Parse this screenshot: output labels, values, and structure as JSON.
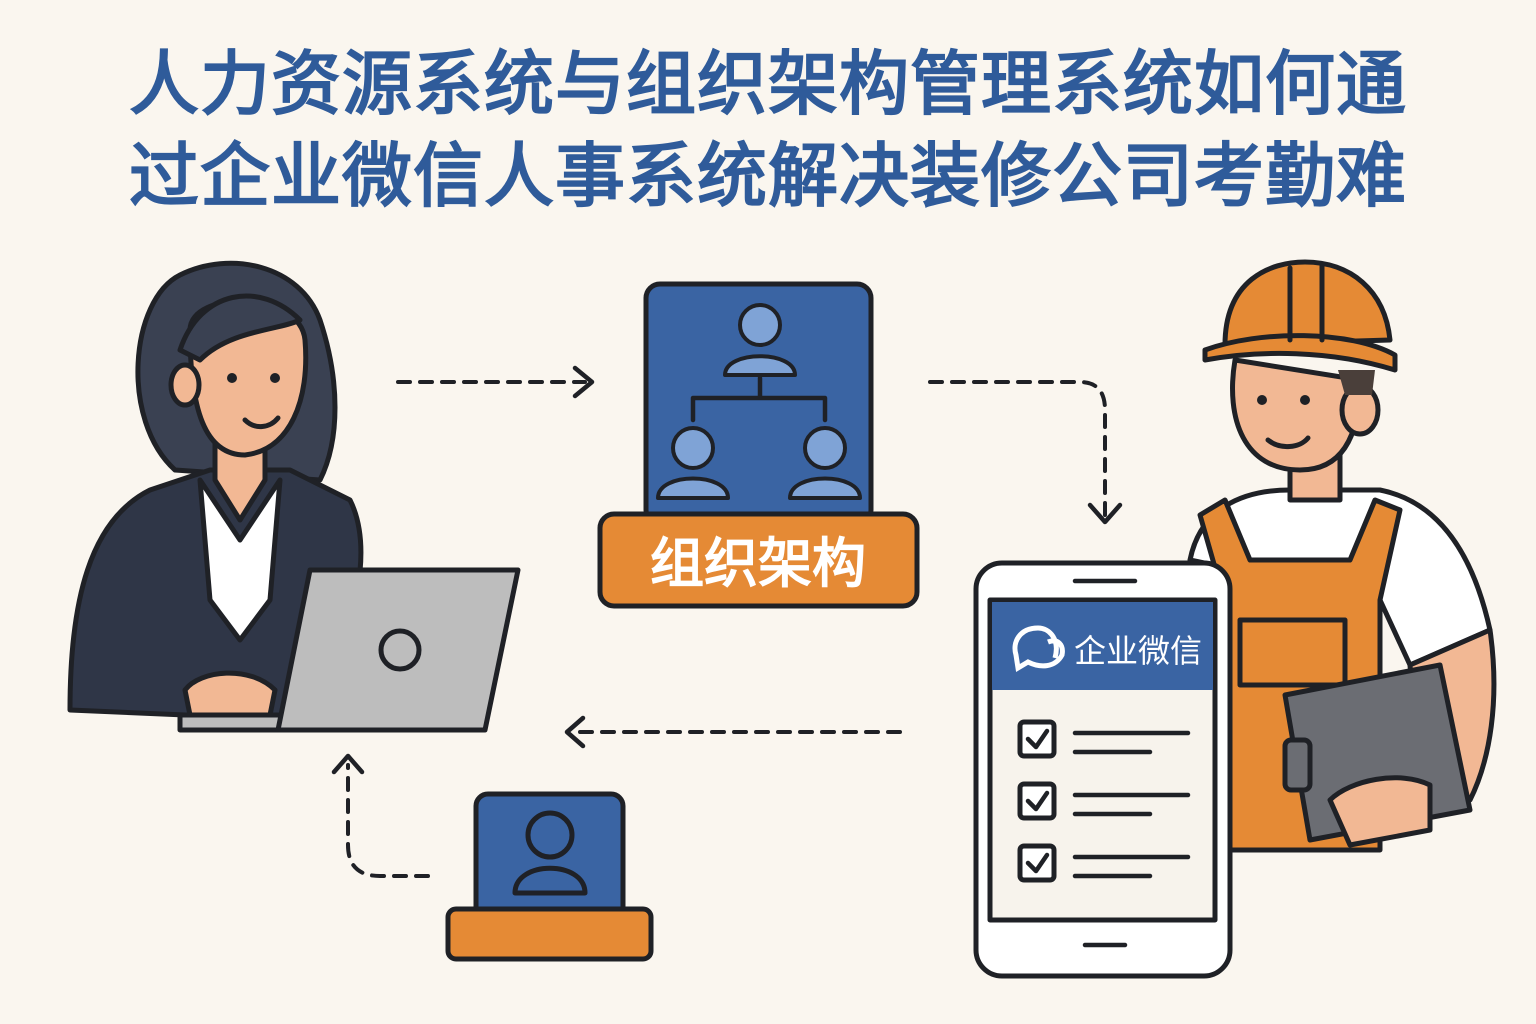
{
  "title": {
    "line1": "人力资源系统与组织架构管理系统如何通",
    "line2": "过企业微信人事系统解决装修公司考勤难"
  },
  "org_chart": {
    "label": "组织架构"
  },
  "phone": {
    "app_name": "企业微信",
    "checklist_items": 3
  },
  "colors": {
    "blue": "#3a64a3",
    "orange": "#e58a35",
    "title": "#2f5b9a",
    "background": "#faf6ef"
  },
  "icons": [
    "hr-woman-illustration",
    "laptop-icon",
    "org-chart-icon",
    "construction-worker-illustration",
    "phone-icon",
    "wecom-logo-icon",
    "checkbox-icon",
    "employee-profile-icon"
  ]
}
